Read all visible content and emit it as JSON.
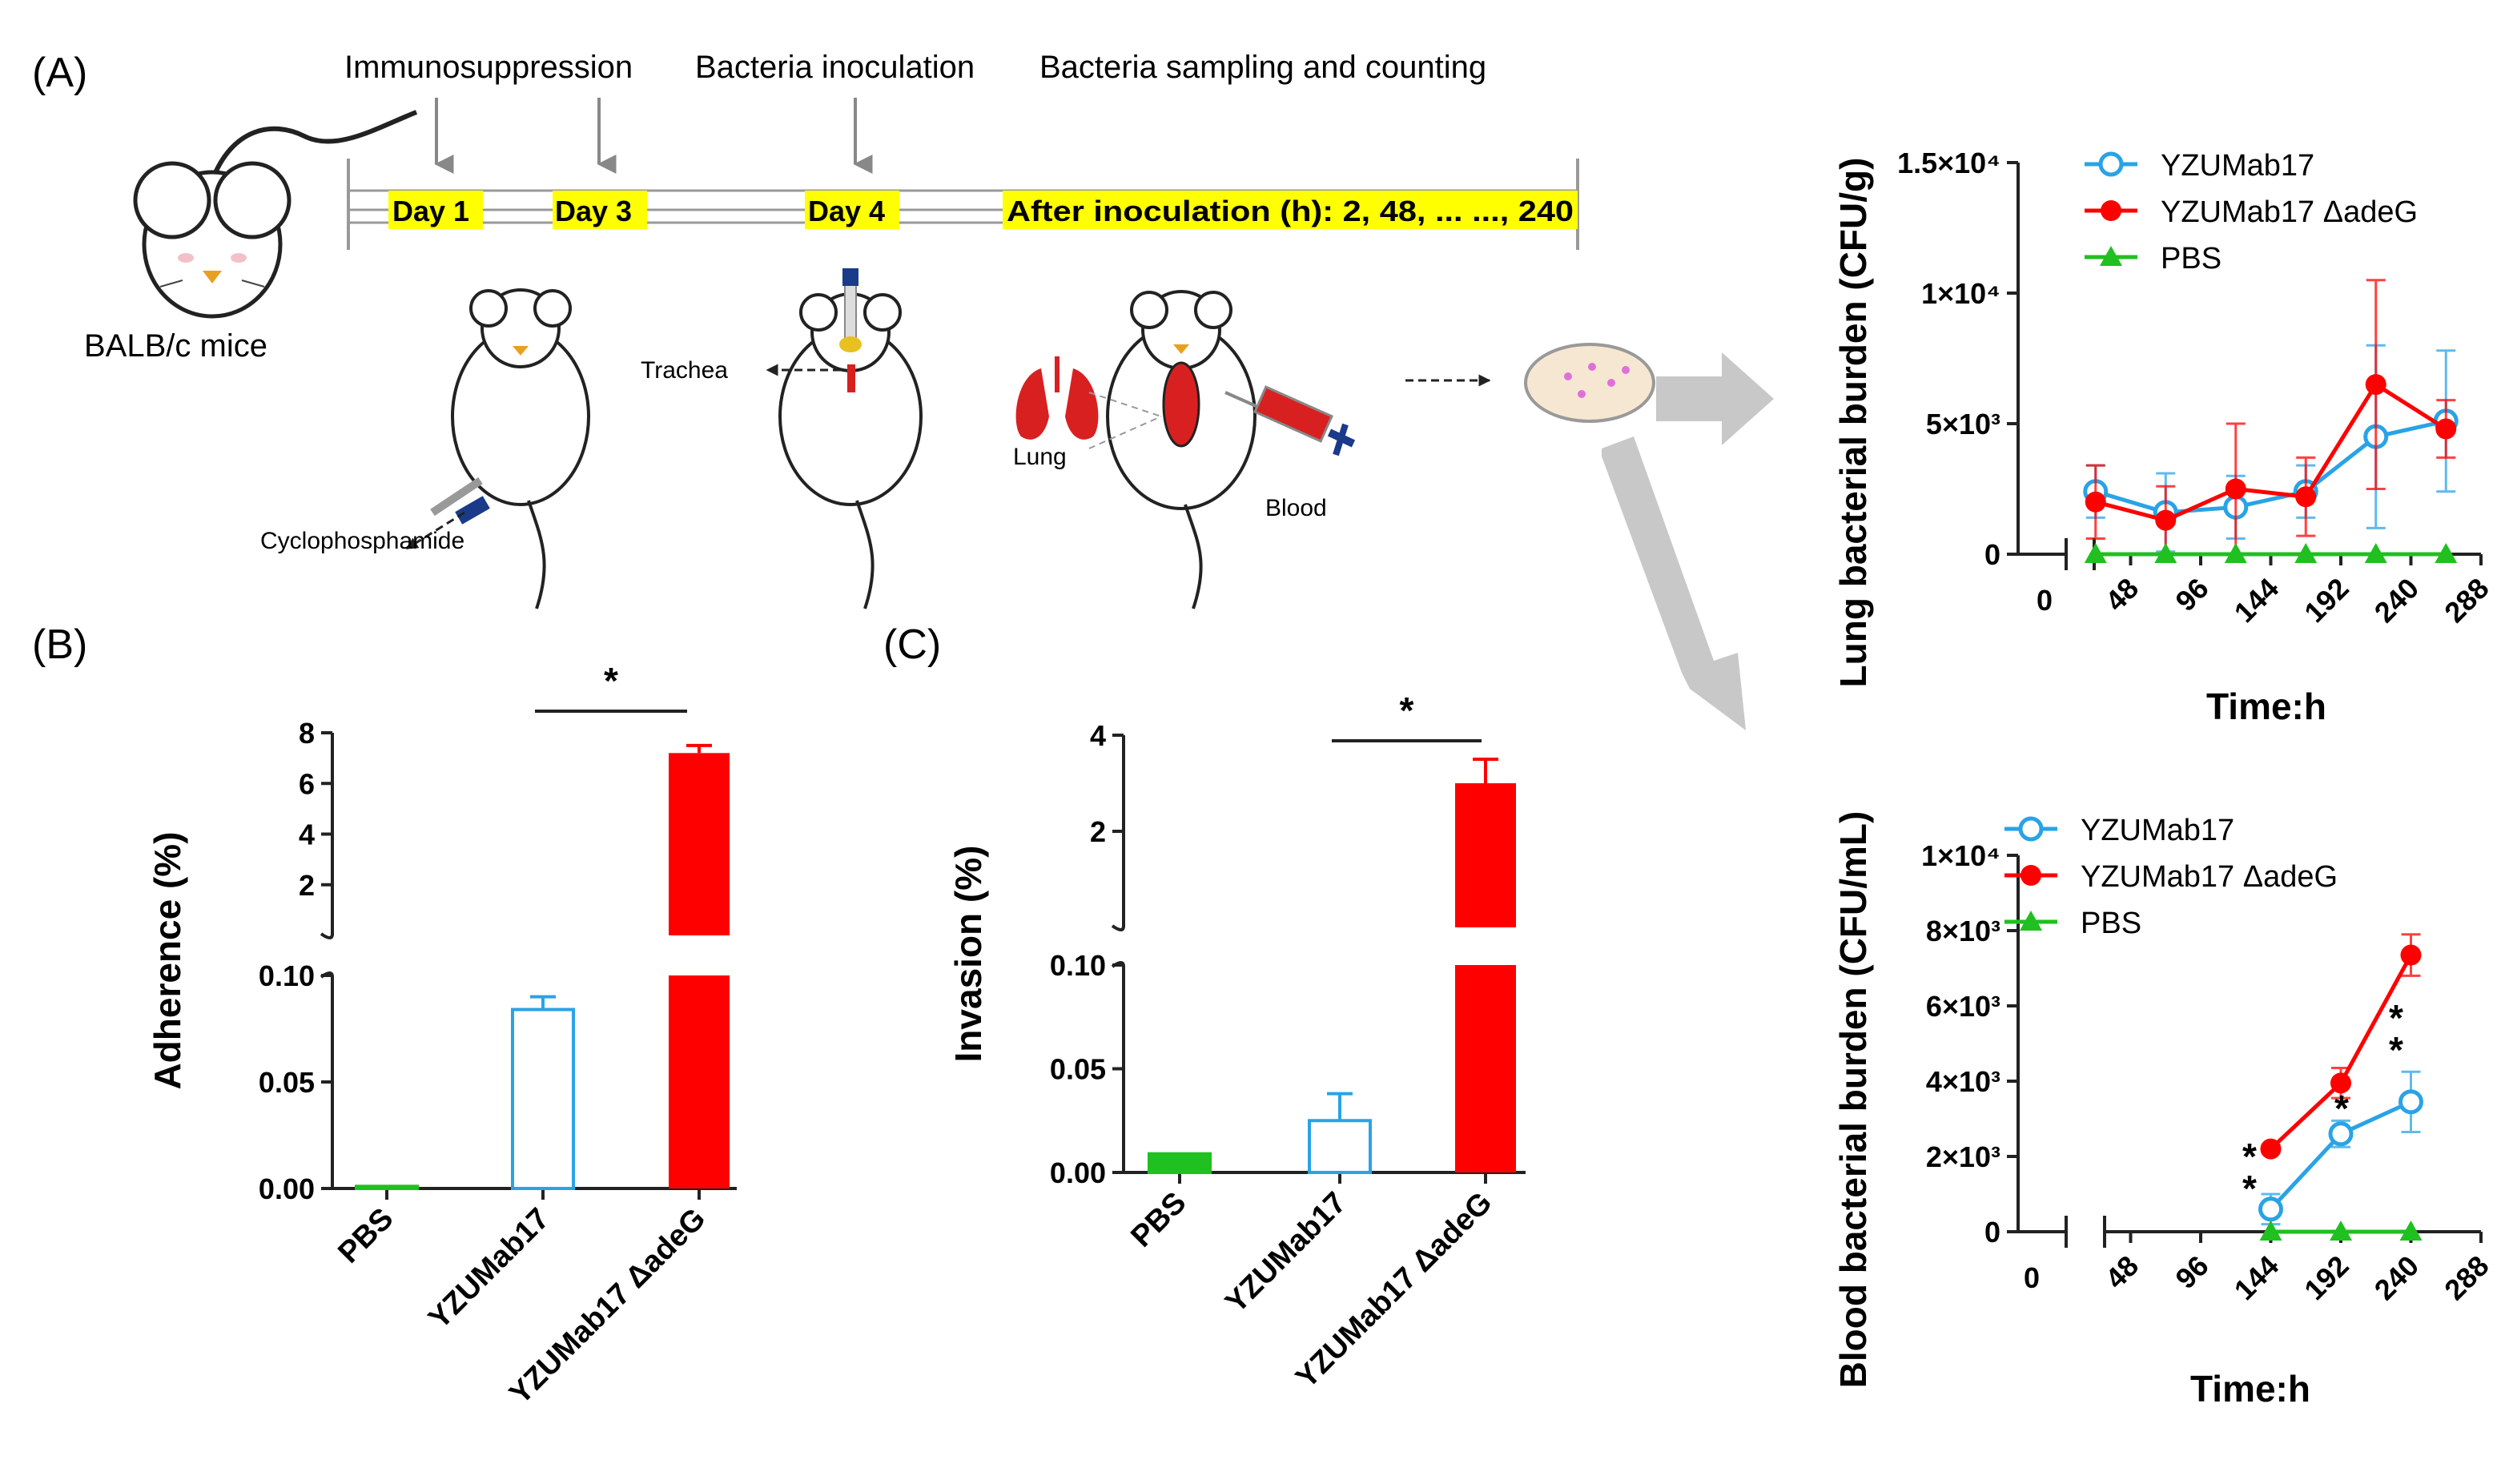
{
  "panels": {
    "A": "(A)",
    "B": "(B)",
    "C": "(C)"
  },
  "schematic": {
    "steps": [
      "Immunosuppression",
      "Bacteria inoculation",
      "Bacteria sampling and counting"
    ],
    "days": [
      "Day 1",
      "Day 3",
      "Day 4",
      "After inoculation (h): 2, 48, ... ..., 240"
    ],
    "mouse_label": "BALB/c mice",
    "drug_label": "Cyclophosphamide",
    "trachea_label": "Trachea",
    "lung_label": "Lung",
    "blood_label": "Blood",
    "highlight_color": "#ffff00"
  },
  "colors": {
    "blue": "#29a3e6",
    "red": "#ff0000",
    "green": "#1fc01f",
    "gray_arrow": "#c8c8c8"
  },
  "chart_data": [
    {
      "id": "adherence",
      "type": "bar",
      "categories": [
        "PBS",
        "YZUMab17",
        "YZUMab17 ΔadeG"
      ],
      "values": [
        0.001,
        0.084,
        7.2
      ],
      "errors": [
        0.0005,
        0.006,
        0.3
      ],
      "ylabel": "Adherence (%)",
      "ylim_lower": [
        0,
        0.1
      ],
      "ylim_upper": [
        0,
        8
      ],
      "yticks_lower": [
        "0.00",
        "0.05",
        "0.10"
      ],
      "yticks_upper": [
        "2",
        "4",
        "6",
        "8"
      ],
      "significance": "*"
    },
    {
      "id": "invasion",
      "type": "bar",
      "categories": [
        "PBS",
        "YZUMab17",
        "YZUMab17 ΔadeG"
      ],
      "values": [
        0.009,
        0.025,
        3.0
      ],
      "errors": [
        0.001,
        0.013,
        0.5
      ],
      "ylabel": "Invasion (%)",
      "ylim_lower": [
        0,
        0.1
      ],
      "ylim_upper": [
        0,
        4
      ],
      "yticks_lower": [
        "0.00",
        "0.05",
        "0.10"
      ],
      "yticks_upper": [
        "2",
        "4"
      ],
      "significance": "*"
    },
    {
      "id": "lung",
      "type": "line",
      "ylabel": "Lung bacterial burden (CFU/g)",
      "xlabel": "Time:h",
      "xlim": [
        0,
        288
      ],
      "ylim": [
        0,
        15000
      ],
      "xticks": [
        "0",
        "48",
        "96",
        "144",
        "192",
        "240",
        "288"
      ],
      "yticks": [
        "0",
        "5×10³",
        "1×10⁴",
        "1.5×10⁴"
      ],
      "series": [
        {
          "name": "YZUMab17",
          "x": [
            24,
            72,
            120,
            168,
            216,
            264
          ],
          "y": [
            2400,
            1600,
            1800,
            2400,
            4500,
            5100
          ],
          "err": [
            1000,
            1500,
            1200,
            1000,
            3500,
            2700
          ]
        },
        {
          "name": "YZUMab17 ΔadeG",
          "x": [
            24,
            72,
            120,
            168,
            216,
            264
          ],
          "y": [
            2000,
            1300,
            2500,
            2200,
            6500,
            4800
          ],
          "err": [
            1400,
            1300,
            2500,
            1500,
            4000,
            1100
          ]
        },
        {
          "name": "PBS",
          "x": [
            24,
            72,
            120,
            168,
            216,
            264
          ],
          "y": [
            0,
            0,
            0,
            0,
            0,
            0
          ],
          "err": [
            0,
            0,
            0,
            0,
            0,
            0
          ]
        }
      ]
    },
    {
      "id": "blood",
      "type": "line",
      "ylabel": "Blood bacterial burden (CFU/mL)",
      "xlabel": "Time:h",
      "xlim": [
        0,
        288
      ],
      "ylim": [
        0,
        10000
      ],
      "xticks": [
        "0",
        "48",
        "96",
        "144",
        "192",
        "240",
        "288"
      ],
      "yticks": [
        "0",
        "2×10³",
        "4×10³",
        "6×10³",
        "8×10³",
        "1×10⁴"
      ],
      "series": [
        {
          "name": "YZUMab17",
          "x": [
            144,
            192,
            240
          ],
          "y": [
            600,
            2600,
            3450
          ],
          "err": [
            400,
            350,
            800
          ]
        },
        {
          "name": "YZUMab17 ΔadeG",
          "x": [
            144,
            192,
            240
          ],
          "y": [
            2200,
            3950,
            7350
          ],
          "err": [
            100,
            400,
            550
          ]
        },
        {
          "name": "PBS",
          "x": [
            144,
            192,
            240
          ],
          "y": [
            0,
            0,
            0
          ],
          "err": [
            0,
            0,
            0
          ]
        }
      ],
      "annotations": [
        "**",
        "*",
        "**"
      ]
    }
  ]
}
